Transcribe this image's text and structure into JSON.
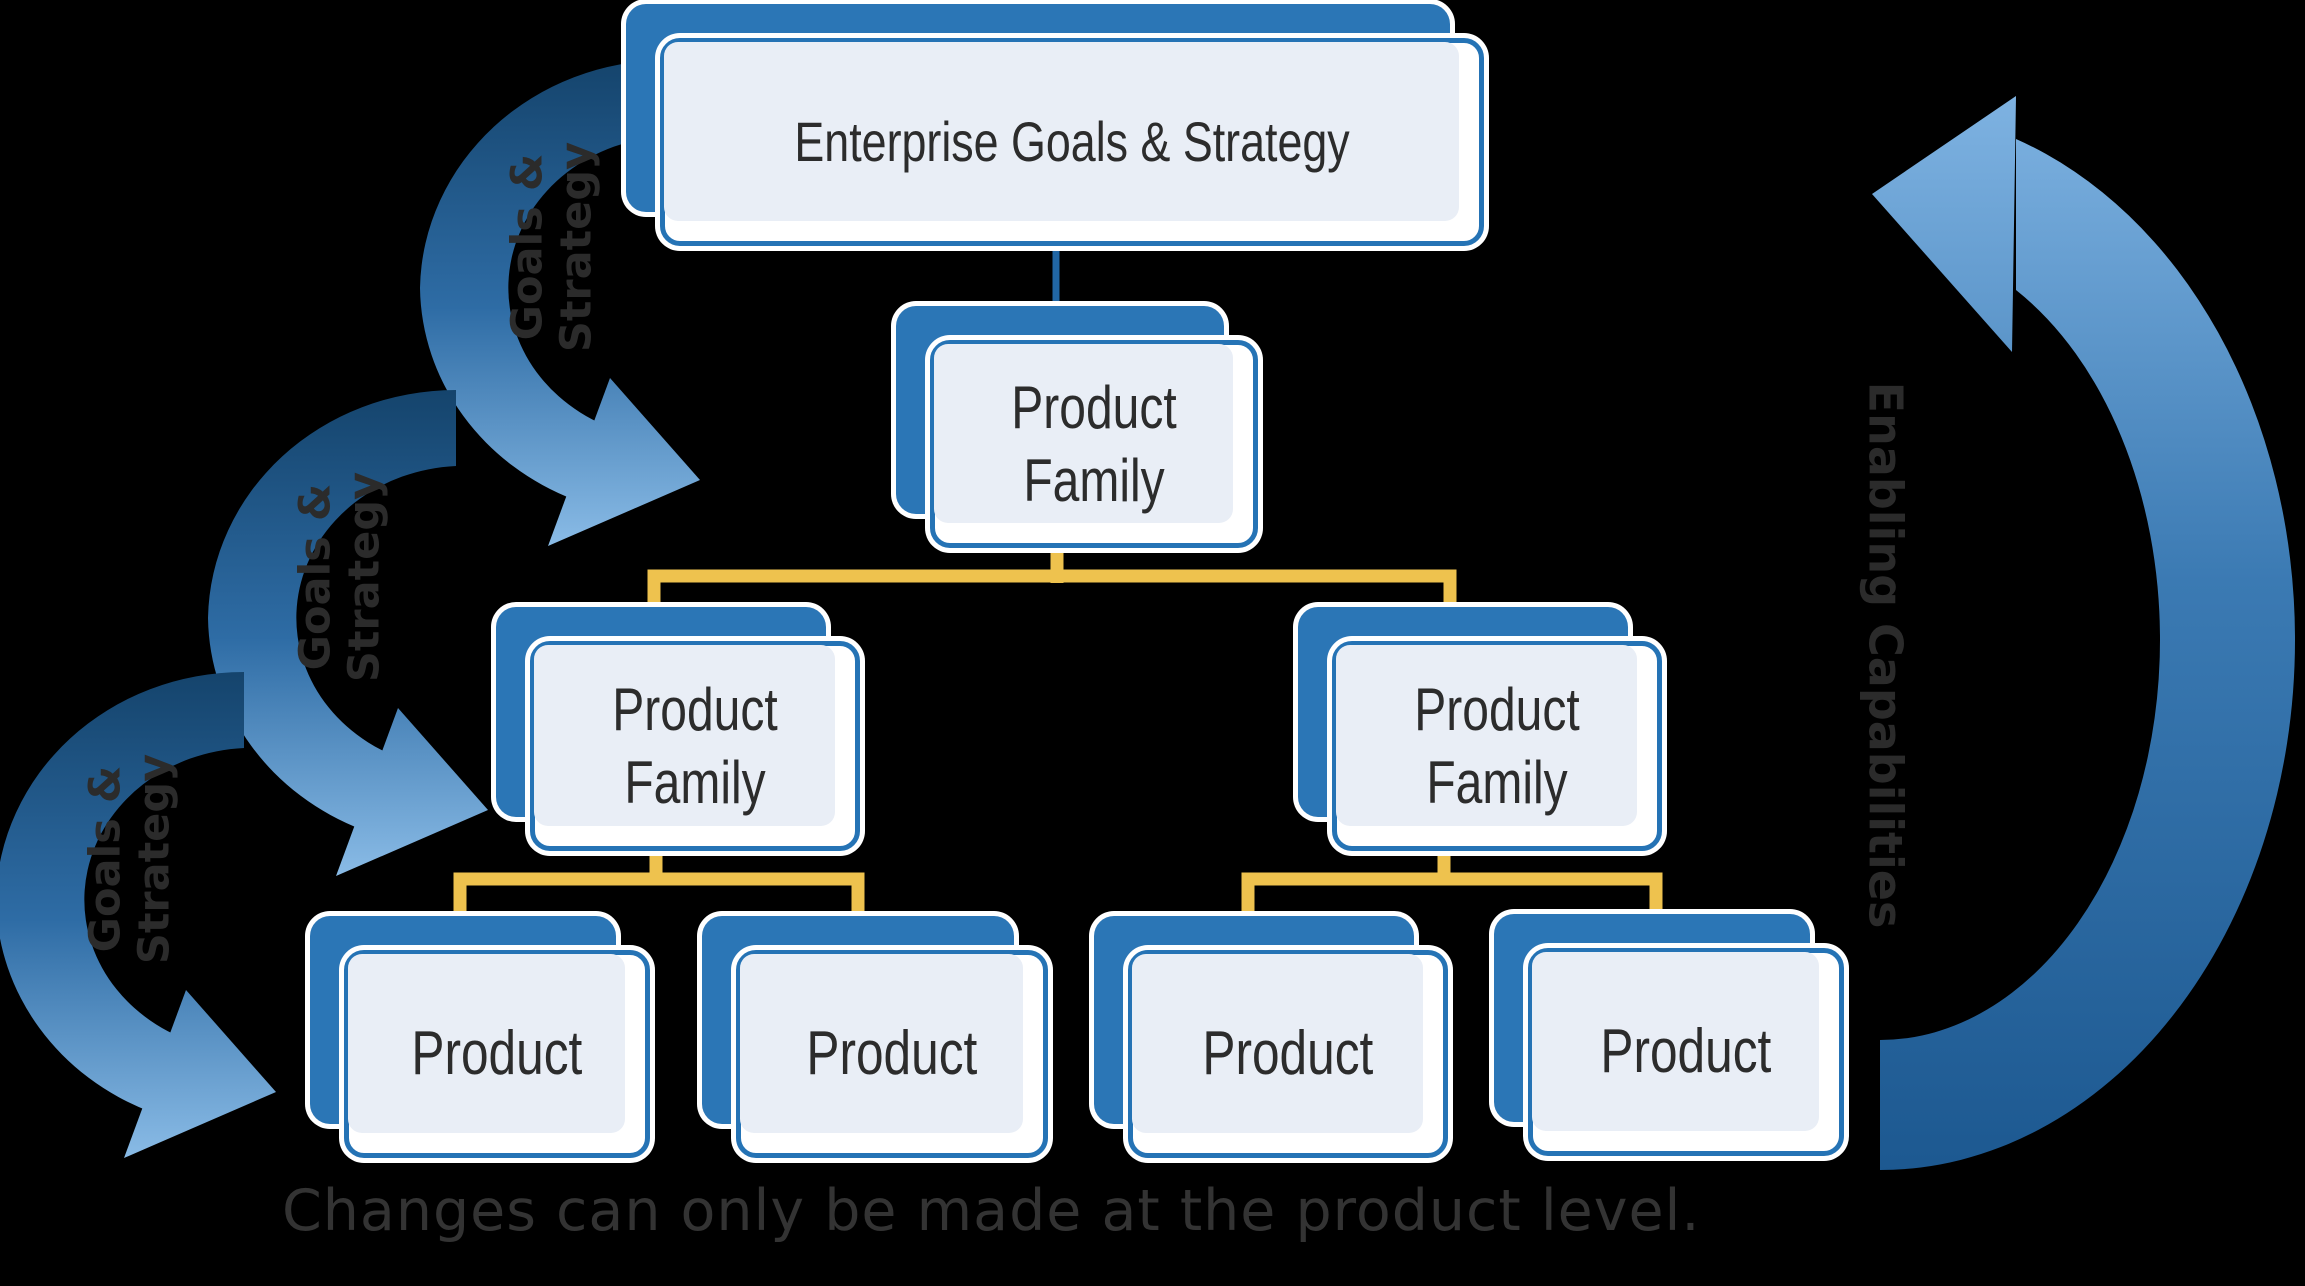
{
  "nodes": {
    "enterprise": {
      "label": "Enterprise Goals & Strategy"
    },
    "families": [
      {
        "label": "Product Family"
      },
      {
        "label": "Product Family"
      },
      {
        "label": "Product Family"
      }
    ],
    "products": [
      {
        "label": "Product"
      },
      {
        "label": "Product"
      },
      {
        "label": "Product"
      },
      {
        "label": "Product"
      }
    ]
  },
  "labels": {
    "goals_strategy": [
      {
        "line1": "Goals &",
        "line2": "Strategy"
      },
      {
        "line1": "Goals &",
        "line2": "Strategy"
      },
      {
        "line1": "Goals &",
        "line2": "Strategy"
      }
    ],
    "enabling": "Enabling Capabilities",
    "caption": "Changes can only be made at the product level."
  },
  "colors": {
    "background": "#000000",
    "box_blue": "#2b76b6",
    "box_border": "#2573b5",
    "box_fill_light": "#e9eef6",
    "connector_gold": "#eec24e",
    "connector_blue": "#2166a4",
    "arc_dark": "#14436b",
    "arc_light": "#8fc0ea",
    "text_dark": "#2c2c2c"
  }
}
